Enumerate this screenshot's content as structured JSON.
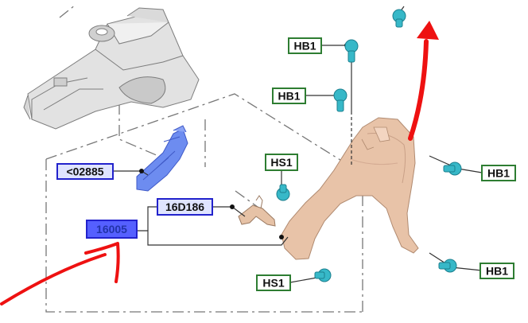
{
  "diagram": {
    "labels": {
      "hb1_top_1": "HB1",
      "hb1_top_2": "HB1",
      "hb1_right_1": "HB1",
      "hb1_right_2": "HB1",
      "hs1_upper": "HS1",
      "hs1_lower": "HS1",
      "part_02885": "<02885",
      "part_16d186": "16D186",
      "part_16005": "16005"
    },
    "colors": {
      "green_label_border": "#2e7d32",
      "blue_label_border": "#2222cc",
      "blue_label_fill": "#dfe4ff",
      "selected_label_fill": "#5560ff",
      "selected_label_text": "#2233aa",
      "fender": "#e8c3a8",
      "fastener": "#37b8c8",
      "bracket": "#6d8cf0",
      "red_arrow": "#ee1111",
      "line": "#333333",
      "dash_line": "#777777"
    }
  }
}
